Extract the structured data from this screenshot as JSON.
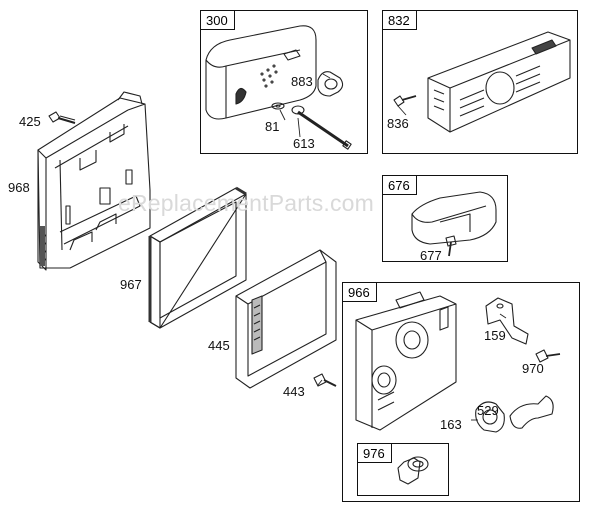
{
  "watermark": "eReplacementParts.com",
  "groups": {
    "g300": "300",
    "g832": "832",
    "g676": "676",
    "g966": "966",
    "g976": "976"
  },
  "labels": {
    "p425": "425",
    "p968": "968",
    "p967": "967",
    "p445": "445",
    "p443": "443",
    "p883": "883",
    "p81": "81",
    "p613": "613",
    "p836": "836",
    "p677": "677",
    "p159": "159",
    "p970": "970",
    "p163": "163",
    "p529": "529"
  }
}
